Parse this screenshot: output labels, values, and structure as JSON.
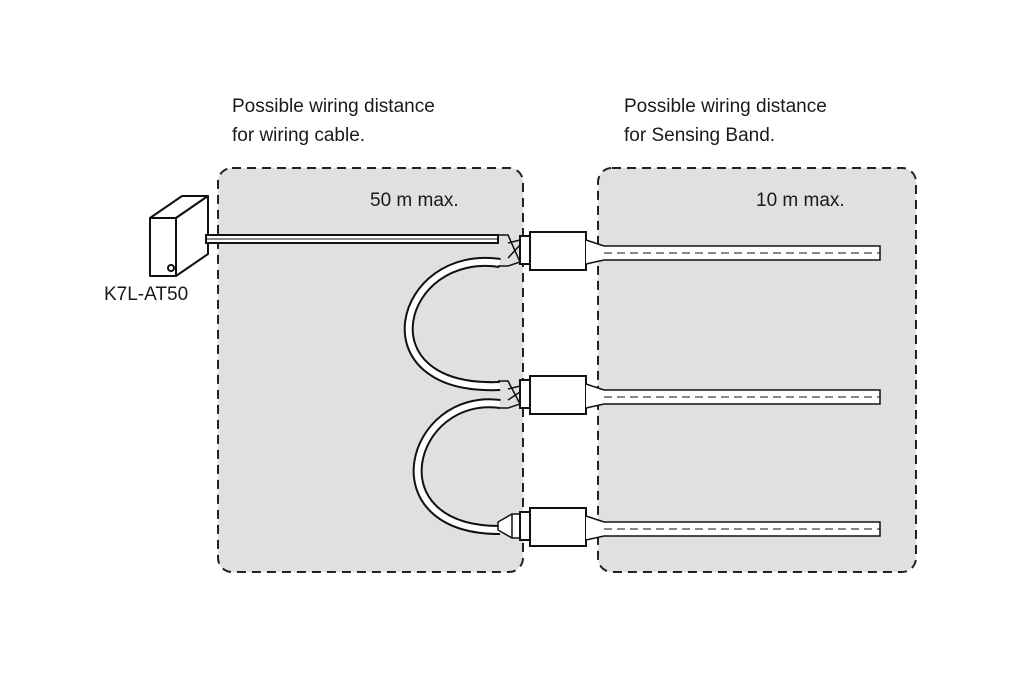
{
  "labels": {
    "cable_zone_title_line1": "Possible wiring distance",
    "cable_zone_title_line2": "for wiring cable.",
    "band_zone_title_line1": "Possible wiring distance",
    "band_zone_title_line2": "for Sensing Band.",
    "cable_max": "50 m max.",
    "band_max": "10 m max.",
    "device_model": "K7L-AT50"
  },
  "icons": {
    "device": "amplifier-unit-icon",
    "connector": "connector-icon",
    "sensing_band": "sensing-band-icon",
    "cable": "wiring-cable-icon",
    "terminator": "end-terminator-icon"
  },
  "colors": {
    "zone_fill": "#e0e0e0",
    "line": "#111111",
    "text": "#1a1a1a"
  }
}
